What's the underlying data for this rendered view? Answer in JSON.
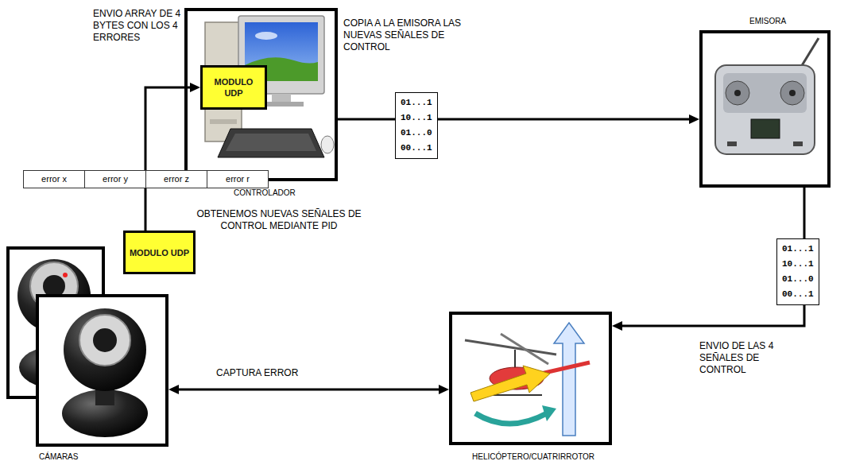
{
  "diagram": {
    "nodes": [
      {
        "text": [
          "CONTROLADOR"
        ]
      },
      {
        "text": [
          "MODULO UDP"
        ]
      },
      {
        "text": [
          "EMISORA"
        ]
      },
      {
        "text": [
          "MODULO UDP"
        ]
      },
      {
        "text": [
          "CÁMARAS"
        ]
      },
      {
        "text": [
          "HELICÓPTERO/CUATRIRROTOR"
        ]
      }
    ],
    "edges": [
      {
        "from": 3,
        "to": 1,
        "arrow": "to",
        "label": "ENVIO ARRAY DE 4 BYTES CON LOS 4 ERRORES"
      },
      {
        "from": 0,
        "to": 2,
        "arrow": "to",
        "label": "COPIA A LA EMISORA LAS NUEVAS SEÑALES DE CONTROL"
      },
      {
        "from": 2,
        "to": 5,
        "arrow": "to",
        "label": "ENVIO DE LAS 4 SEÑALES DE CONTROL"
      },
      {
        "from": 5,
        "to": 4,
        "arrow": "both",
        "label": "CAPTURA ERROR"
      }
    ],
    "labels": [
      "error x",
      "error y",
      "error z",
      "error r",
      "OBTENEMOS NUEVAS SEÑALES DE CONTROL MEDIANTE PID",
      "01...1",
      "10...1",
      "01...0",
      "00...1",
      "01...1",
      "10...1",
      "01...0",
      "00...1"
    ]
  }
}
